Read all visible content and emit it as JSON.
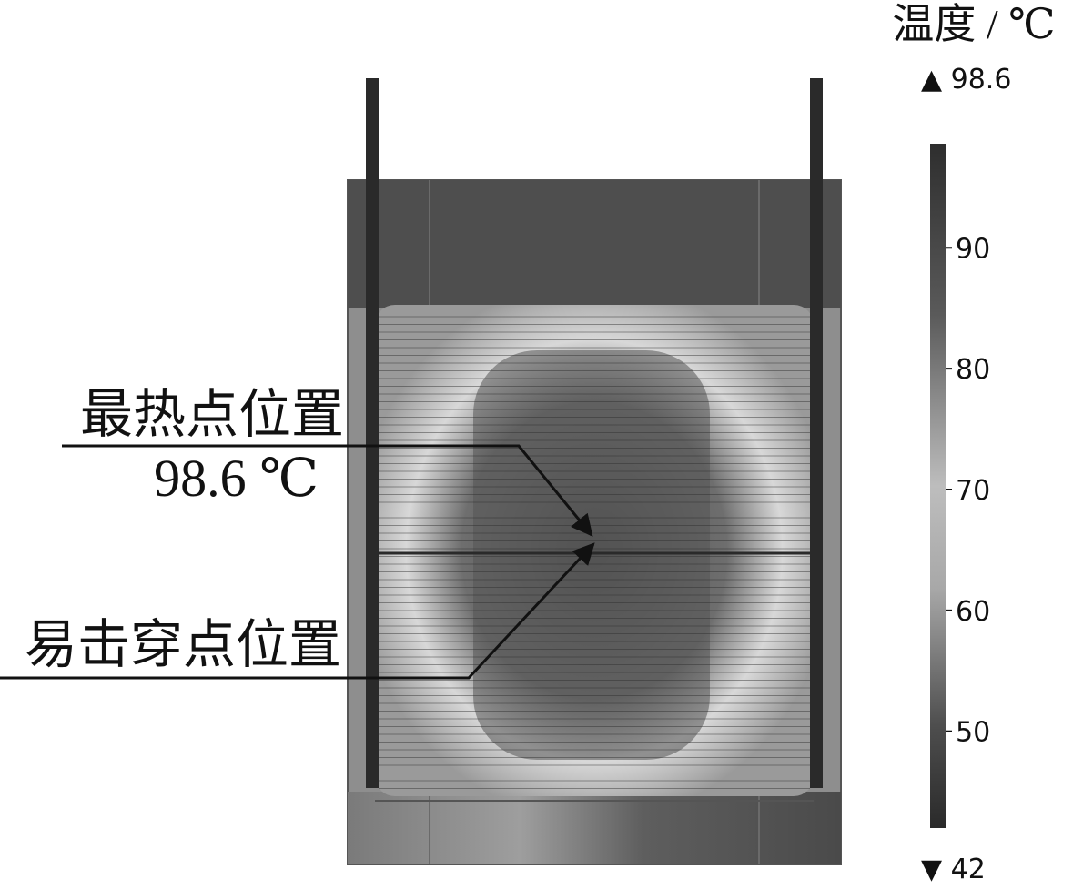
{
  "callouts": {
    "hottest_label": "最热点位置",
    "hottest_value": "98.6 ℃",
    "breakdown_label": "易击穿点位置"
  },
  "colorbar": {
    "title": "温度 / ℃",
    "max_label": "▲ 98.6",
    "min_label": "▼ 42",
    "min": 42,
    "max": 98.6,
    "ticks": [
      {
        "value": 90,
        "label": "90"
      },
      {
        "value": 80,
        "label": "80"
      },
      {
        "value": 70,
        "label": "70"
      },
      {
        "value": 60,
        "label": "60"
      },
      {
        "value": 50,
        "label": "50"
      }
    ]
  },
  "colors": {
    "ink": "#111111",
    "hot": "#3a3a3a",
    "cool": "#e2e2e2"
  }
}
